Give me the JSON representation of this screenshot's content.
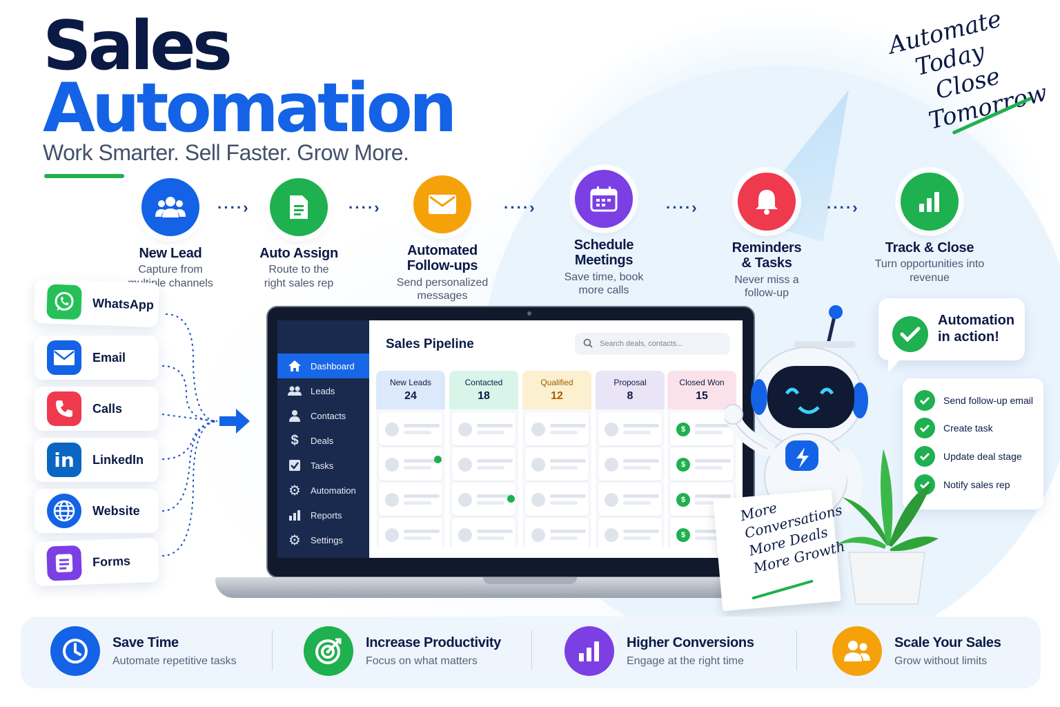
{
  "header": {
    "title_line1": "Sales",
    "title_line2": "Automation",
    "tagline": "Work Smarter. Sell Faster. Grow More.",
    "slogan": [
      "Automate",
      "Today",
      "Close",
      "Tomorrow"
    ]
  },
  "steps": [
    {
      "title": "New Lead",
      "desc": "Capture from multiple channels",
      "icon": "users-icon",
      "color": "#1463e6"
    },
    {
      "title": "Auto Assign",
      "desc": "Route to the right sales rep",
      "icon": "document-icon",
      "color": "#1fb04f"
    },
    {
      "title": "Automated Follow-ups",
      "desc": "Send personalized messages",
      "icon": "envelope-icon",
      "color": "#f5a20a"
    },
    {
      "title": "Schedule Meetings",
      "desc": "Save time, book more calls",
      "icon": "calendar-icon",
      "color": "#7b3fe4"
    },
    {
      "title": "Reminders & Tasks",
      "desc": "Never miss a follow-up",
      "icon": "bell-icon",
      "color": "#ef3a4d"
    },
    {
      "title": "Track & Close",
      "desc": "Turn opportunities into revenue",
      "icon": "bar-chart-icon",
      "color": "#1fb04f"
    }
  ],
  "channels": [
    {
      "label": "WhatsApp",
      "icon": "whatsapp-icon",
      "color": "#25c158"
    },
    {
      "label": "Email",
      "icon": "envelope-icon",
      "color": "#1463e6"
    },
    {
      "label": "Calls",
      "icon": "phone-icon",
      "color": "#ef3a4d"
    },
    {
      "label": "LinkedIn",
      "icon": "linkedin-icon",
      "color": "#0a66c2"
    },
    {
      "label": "Website",
      "icon": "globe-icon",
      "color": "#1463e6"
    },
    {
      "label": "Forms",
      "icon": "form-icon",
      "color": "#7b3fe4"
    }
  ],
  "app": {
    "sidebar": [
      "Dashboard",
      "Leads",
      "Contacts",
      "Deals",
      "Tasks",
      "Automation",
      "Reports",
      "Settings"
    ],
    "title": "Sales Pipeline",
    "search_placeholder": "Search deals, contacts...",
    "columns": [
      {
        "label": "New Leads",
        "count": "24",
        "color": "#dbe9fb"
      },
      {
        "label": "Contacted",
        "count": "18",
        "color": "#d9f5ea"
      },
      {
        "label": "Qualified",
        "count": "12",
        "color": "#fbf0cf"
      },
      {
        "label": "Proposal",
        "count": "8",
        "color": "#e9e5f7"
      },
      {
        "label": "Closed Won",
        "count": "15",
        "color": "#fbe2ea"
      }
    ]
  },
  "automation": {
    "bubble": "Automation in action!",
    "actions": [
      "Send follow-up email",
      "Create task",
      "Update deal stage",
      "Notify sales rep"
    ]
  },
  "note": [
    "More",
    "Conversations",
    "More Deals",
    "More Growth"
  ],
  "benefits": [
    {
      "title": "Save Time",
      "desc": "Automate repetitive tasks",
      "icon": "clock-icon",
      "color": "#1463e6"
    },
    {
      "title": "Increase Productivity",
      "desc": "Focus on what matters",
      "icon": "target-icon",
      "color": "#1fb04f"
    },
    {
      "title": "Higher Conversions",
      "desc": "Engage at the right time",
      "icon": "bar-chart-icon",
      "color": "#7b3fe4"
    },
    {
      "title": "Scale Your Sales",
      "desc": "Grow without limits",
      "icon": "users-icon",
      "color": "#f5a20a"
    }
  ]
}
